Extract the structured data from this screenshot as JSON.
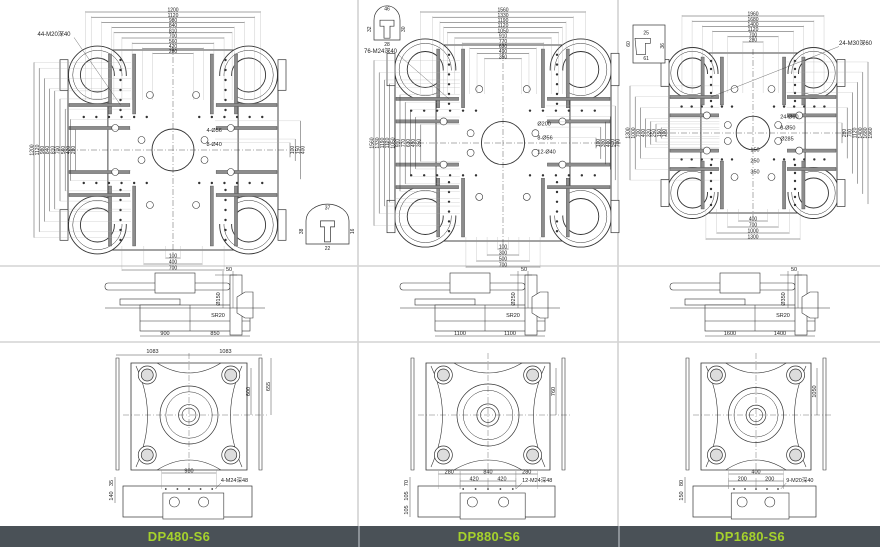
{
  "colors": {
    "footer_bg": "#4a5157",
    "footer_text": "#a6d22c",
    "line": "#333333",
    "slot": "#8c8c8c"
  },
  "machines": [
    {
      "model": "DP480-S6",
      "top": {
        "hole_note": "44-M20深40",
        "top_dims": [
          "1200",
          "1120",
          "980",
          "840",
          "810",
          "700",
          "560",
          "420",
          "280"
        ],
        "left_dims": [
          "1200",
          "1120",
          "980",
          "840",
          "810",
          "700",
          "560",
          "420",
          "280"
        ],
        "right_dims": [
          "100",
          "150",
          "400"
        ],
        "bottom_dims": [
          "100",
          "400",
          "700"
        ],
        "callouts": [
          "4-Ø56",
          "8-Ø40"
        ],
        "tslot": [
          "37",
          "38",
          "16",
          "22"
        ]
      },
      "side": {
        "gap": "50",
        "dia": "Ø150",
        "sr": "SR20",
        "dims": [
          "900",
          "850"
        ]
      },
      "rear": {
        "width_dims": [
          "1083",
          "1083"
        ],
        "height_dims": [
          "600",
          "655"
        ],
        "hole_pitch": [
          "980"
        ],
        "hole_note": "4-M24深48",
        "block_dims": [
          "35",
          "140"
        ]
      }
    },
    {
      "model": "DP880-S6",
      "top": {
        "hole_note": "76-M24深40",
        "top_dims": [
          "1560",
          "1330",
          "1190",
          "1120",
          "1050",
          "910",
          "770",
          "630",
          "490",
          "350"
        ],
        "left_dims": [
          "1560",
          "1330",
          "1190",
          "1120",
          "1050",
          "910",
          "770",
          "630",
          "490",
          "350"
        ],
        "right_dims": [
          "100",
          "300",
          "400",
          "500",
          "700"
        ],
        "bottom_dims": [
          "100",
          "300",
          "500",
          "700"
        ],
        "callouts": [
          "Ø200",
          "8-Ø56",
          "12-Ø40"
        ],
        "tslot": [
          "46",
          "32",
          "30",
          "28"
        ]
      },
      "side": {
        "gap": "50",
        "dia": "Ø250",
        "sr": "SR20",
        "dims": [
          "1100",
          "1100"
        ]
      },
      "rear": {
        "width_dims": [],
        "height_dims": [
          "760"
        ],
        "hole_pitch": [
          "280",
          "840",
          "280",
          "420",
          "420"
        ],
        "hole_note": "12-M24深48",
        "block_dims": [
          "70",
          "105",
          "105"
        ]
      }
    },
    {
      "model": "DP1680-S6",
      "top": {
        "hole_note": "24-M30深60",
        "top_dims": [
          "1960",
          "1680",
          "1400",
          "1120",
          "700",
          "280"
        ],
        "left_dims": [
          "1300",
          "1000",
          "700",
          "400",
          "320",
          "250",
          "150",
          "100"
        ],
        "right_dims": [
          "280",
          "700",
          "1120",
          "1400",
          "1680",
          "1960"
        ],
        "bottom_dims": [
          "400",
          "700",
          "1000",
          "1300"
        ],
        "callouts": [
          "24-Ø60",
          "8-Ø50",
          "Ø285",
          "150",
          "250",
          "350"
        ],
        "tslot": [
          "25",
          "60",
          "36",
          "61"
        ]
      },
      "side": {
        "gap": "50",
        "dia": "Ø350",
        "sr": "SR20",
        "dims": [
          "1600",
          "1400"
        ]
      },
      "rear": {
        "width_dims": [],
        "height_dims": [
          "1050"
        ],
        "hole_pitch": [
          "400",
          "200",
          "200"
        ],
        "hole_note": "9-M20深40",
        "block_dims": [
          "80",
          "150"
        ]
      }
    }
  ]
}
